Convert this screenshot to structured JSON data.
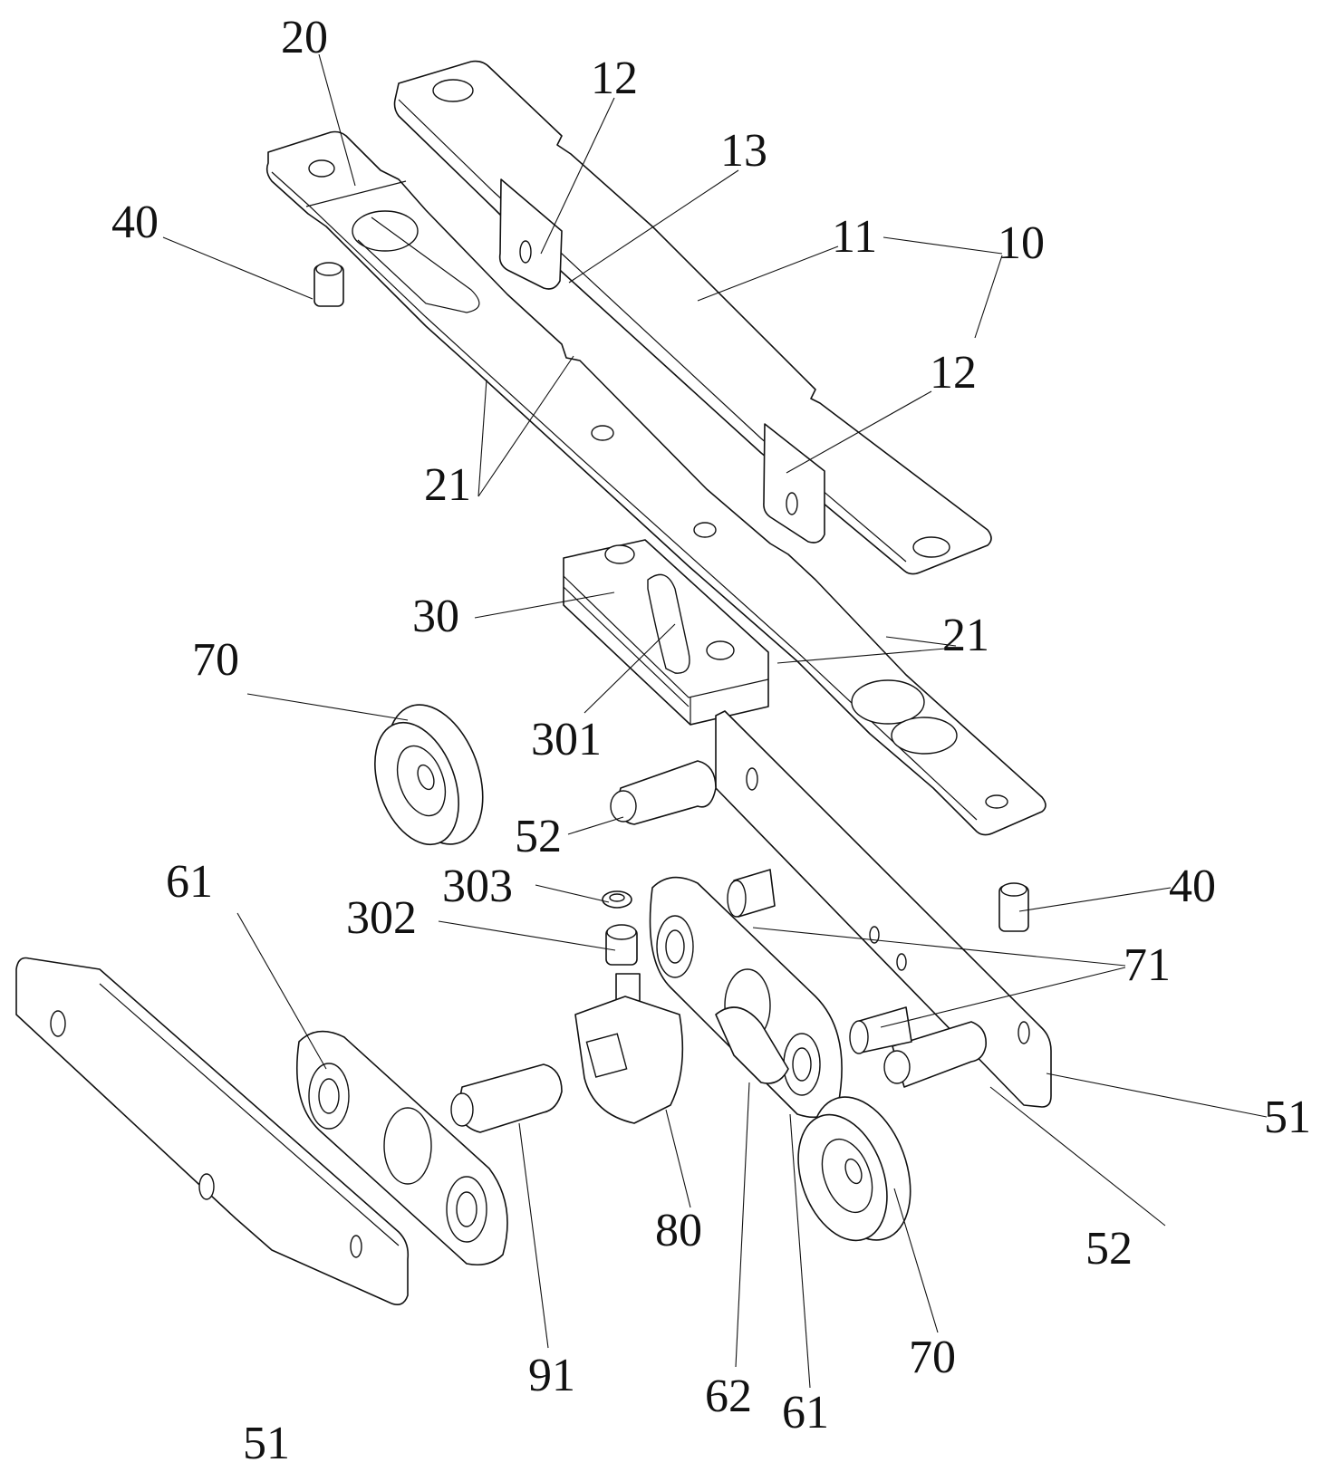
{
  "figure": {
    "type": "exploded-assembly-drawing",
    "labels": {
      "l10": "10",
      "l11": "11",
      "l12a": "12",
      "l12b": "12",
      "l13": "13",
      "l20": "20",
      "l21a": "21",
      "l21b": "21",
      "l30": "30",
      "l301": "301",
      "l302": "302",
      "l303": "303",
      "l40a": "40",
      "l40b": "40",
      "l51a": "51",
      "l51b": "51",
      "l52a": "52",
      "l52b": "52",
      "l61a": "61",
      "l61b": "61",
      "l62": "62",
      "l70a": "70",
      "l70b": "70",
      "l71": "71",
      "l80": "80",
      "l91": "91"
    }
  }
}
